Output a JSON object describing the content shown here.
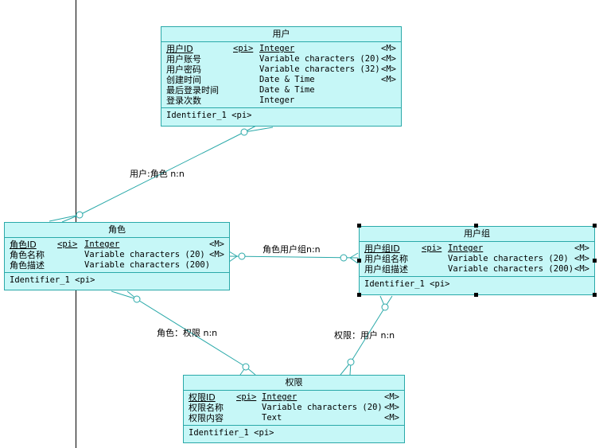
{
  "entities": {
    "user": {
      "title": "用户",
      "attrs": [
        {
          "name": "用户ID",
          "pi": "<pi>",
          "type": "Integer",
          "m": "<M>",
          "key": true
        },
        {
          "name": "用户账号",
          "pi": "",
          "type": "Variable characters (20)",
          "m": "<M>",
          "key": false
        },
        {
          "name": "用户密码",
          "pi": "",
          "type": "Variable characters (32)",
          "m": "<M>",
          "key": false
        },
        {
          "name": "创建时间",
          "pi": "",
          "type": "Date & Time",
          "m": "<M>",
          "key": false
        },
        {
          "name": "最后登录时间",
          "pi": "",
          "type": "Date & Time",
          "m": "",
          "key": false
        },
        {
          "name": "登录次数",
          "pi": "",
          "type": "Integer",
          "m": "",
          "key": false
        }
      ],
      "identifier": "Identifier_1  <pi>"
    },
    "role": {
      "title": "角色",
      "attrs": [
        {
          "name": "角色ID",
          "pi": "<pi>",
          "type": "Integer",
          "m": "<M>",
          "key": true
        },
        {
          "name": "角色名称",
          "pi": "",
          "type": "Variable characters (20)",
          "m": "<M>",
          "key": false
        },
        {
          "name": "角色描述",
          "pi": "",
          "type": "Variable characters (200)",
          "m": "",
          "key": false
        }
      ],
      "identifier": "Identifier_1  <pi>"
    },
    "group": {
      "title": "用户组",
      "attrs": [
        {
          "name": "用户组ID",
          "pi": "<pi>",
          "type": "Integer",
          "m": "<M>",
          "key": true
        },
        {
          "name": "用户组名称",
          "pi": "",
          "type": "Variable characters (20)",
          "m": "<M>",
          "key": false
        },
        {
          "name": "用户组描述",
          "pi": "",
          "type": "Variable characters (200)",
          "m": "<M>",
          "key": false
        }
      ],
      "identifier": "Identifier_1  <pi>"
    },
    "perm": {
      "title": "权限",
      "attrs": [
        {
          "name": "权限ID",
          "pi": "<pi>",
          "type": "Integer",
          "m": "<M>",
          "key": true
        },
        {
          "name": "权限名称",
          "pi": "",
          "type": "Variable characters (20)",
          "m": "<M>",
          "key": false
        },
        {
          "name": "权限内容",
          "pi": "",
          "type": "Text",
          "m": "<M>",
          "key": false
        }
      ],
      "identifier": "Identifier_1  <pi>"
    }
  },
  "relations": {
    "user_role": "用户:角色 n:n",
    "role_group": "角色用户组n:n",
    "role_perm": "角色：权限 n:n",
    "perm_group": "权限：用户 n:n"
  },
  "colors": {
    "fill": "#c6f7f7",
    "border": "#2aa9a9",
    "line": "#2aa9a9"
  }
}
